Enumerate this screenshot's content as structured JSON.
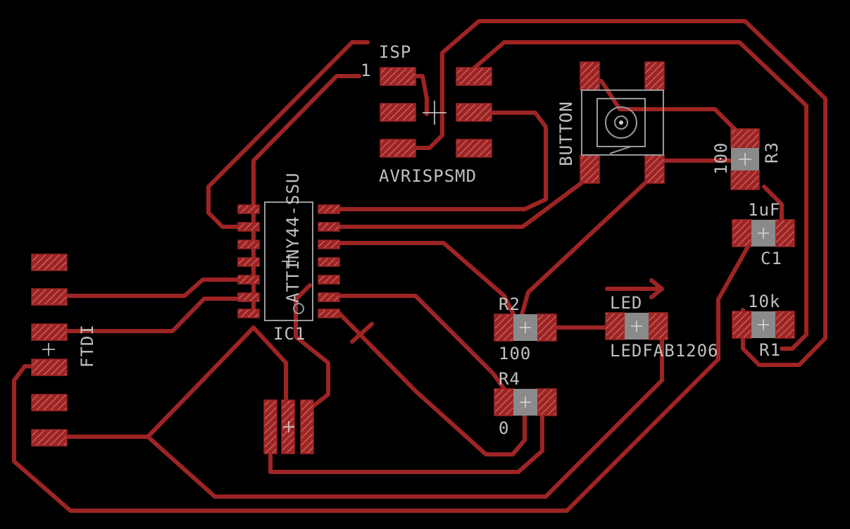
{
  "board": {
    "background_color": "#000000",
    "copper_color": "#9e2424",
    "silkscreen_color": "#c0c0c0"
  },
  "labels": {
    "isp_name": "ISP",
    "isp_pin1": "1",
    "isp_value": "AVRISPSMD",
    "button_name": "BUTTON",
    "r3_value": "100",
    "r3_name": "R3",
    "c1_value": "1uF",
    "c1_name": "C1",
    "r1_value": "10k",
    "r1_name": "R1",
    "led_name": "LED",
    "led_value": "LEDFAB1206",
    "r2_name": "R2",
    "r2_value": "100",
    "r4_name": "R4",
    "r4_value": "0",
    "ic1_name": "IC1",
    "ic1_value": "ATTINY44-SSU",
    "ftdi_name": "FTDI"
  }
}
